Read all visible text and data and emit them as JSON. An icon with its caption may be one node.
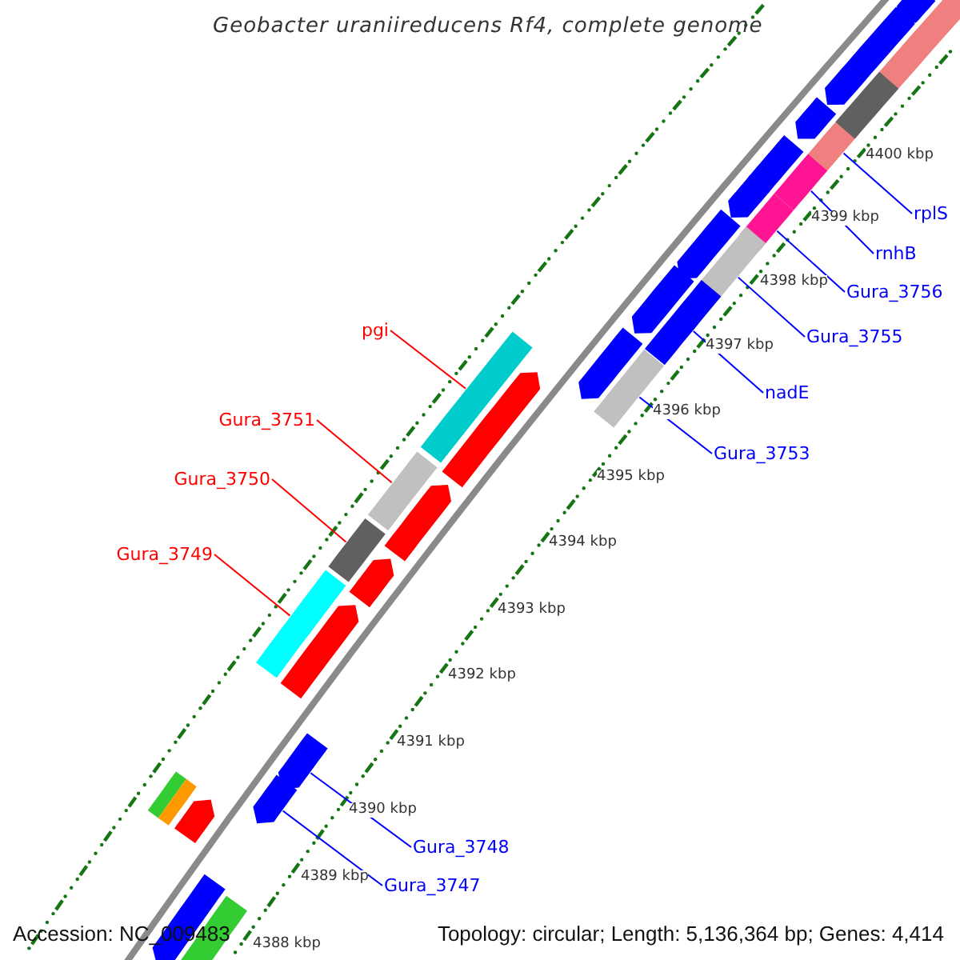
{
  "diagram": {
    "title": "Geobacter uraniireducens Rf4, complete genome",
    "nodes": [
      {
        "text": [
          "rplS"
        ]
      },
      {
        "text": [],
        "shape": "bar"
      },
      {
        "text": [
          "rnhB"
        ]
      },
      {
        "text": [],
        "shape": "bar"
      },
      {
        "text": [
          "Gura_3756"
        ]
      },
      {
        "text": [],
        "shape": "bar"
      },
      {
        "text": [
          "pgi"
        ]
      },
      {
        "text": [],
        "shape": "bar"
      },
      {
        "text": [
          "Gura_3755"
        ]
      },
      {
        "text": [],
        "shape": "bar"
      },
      {
        "text": [
          "nadE"
        ]
      },
      {
        "text": [],
        "shape": "bar"
      },
      {
        "text": [
          "Gura_3751"
        ]
      },
      {
        "text": [],
        "shape": "bar"
      },
      {
        "text": [
          "Gura_3753"
        ]
      },
      {
        "text": [],
        "shape": "bar"
      },
      {
        "text": [
          "Gura_3750"
        ]
      },
      {
        "text": [],
        "shape": "bar"
      },
      {
        "text": [
          "Gura_3749"
        ]
      },
      {
        "text": [],
        "shape": "bar"
      },
      {
        "text": [
          "Gura_3748"
        ]
      },
      {
        "text": [],
        "shape": "arrow"
      },
      {
        "text": [
          "Gura_3747"
        ]
      },
      {
        "text": [],
        "shape": "arrow"
      },
      {
        "text": [],
        "shape": "arrow"
      },
      {
        "text": [],
        "shape": "bar"
      },
      {
        "text": [],
        "shape": "arrow"
      },
      {
        "text": [],
        "shape": "arrow"
      },
      {
        "text": [],
        "shape": "bar"
      },
      {
        "text": [],
        "shape": "arrow"
      },
      {
        "text": [],
        "shape": "arrow"
      },
      {
        "text": [],
        "shape": "arrow"
      },
      {
        "text": [],
        "shape": "arrow"
      },
      {
        "text": [],
        "shape": "arrow"
      },
      {
        "text": [],
        "shape": "arrow"
      },
      {
        "text": [],
        "shape": "arrow"
      },
      {
        "text": [],
        "shape": "arrow"
      },
      {
        "text": [],
        "shape": "arrow"
      },
      {
        "text": [],
        "shape": "arrow"
      },
      {
        "text": [],
        "shape": "bar"
      },
      {
        "text": [],
        "shape": "bar"
      },
      {
        "text": [],
        "shape": "arrow"
      },
      {
        "text": [],
        "shape": "arrow"
      },
      {
        "text": [],
        "shape": "bar"
      }
    ],
    "edges": [
      {
        "from": 0,
        "to": 1,
        "arrow": "none"
      },
      {
        "from": 2,
        "to": 3,
        "arrow": "none"
      },
      {
        "from": 4,
        "to": 5,
        "arrow": "none"
      },
      {
        "from": 6,
        "to": 7,
        "arrow": "none",
        "color": "#ff0000"
      },
      {
        "from": 8,
        "to": 9,
        "arrow": "none"
      },
      {
        "from": 10,
        "to": 11,
        "arrow": "none"
      },
      {
        "from": 12,
        "to": 13,
        "arrow": "none",
        "color": "#ff0000"
      },
      {
        "from": 14,
        "to": 15,
        "arrow": "none"
      },
      {
        "from": 16,
        "to": 17,
        "arrow": "none",
        "color": "#ff0000"
      },
      {
        "from": 18,
        "to": 19,
        "arrow": "none",
        "color": "#ff0000"
      },
      {
        "from": 20,
        "to": 21,
        "arrow": "none"
      },
      {
        "from": 22,
        "to": 23,
        "arrow": "none"
      }
    ],
    "labels": [
      "4400 kbp",
      "4399 kbp",
      "4398 kbp",
      "4397 kbp",
      "4396 kbp",
      "4395 kbp",
      "4394 kbp",
      "4393 kbp",
      "4392 kbp",
      "4391 kbp",
      "4390 kbp",
      "4389 kbp",
      "4388 kbp",
      "Accession: NC_009483",
      "Topology: circular; Length: 5,136,364 bp; Genes: 4,414"
    ]
  }
}
